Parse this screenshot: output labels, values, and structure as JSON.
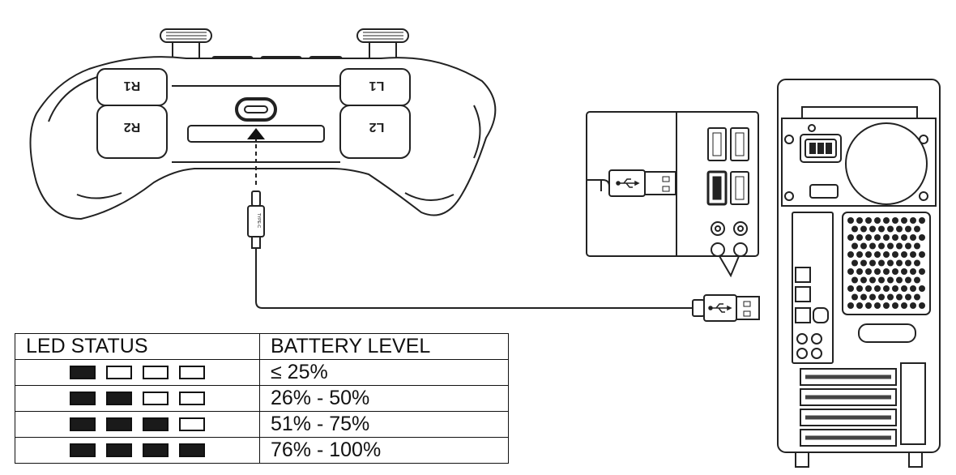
{
  "labels": {
    "r1": "R1",
    "r2": "R2",
    "l1": "L1",
    "l2": "L2",
    "type_c": "TYPE-C"
  },
  "table": {
    "header": {
      "led": "LED STATUS",
      "battery": "BATTERY LEVEL"
    },
    "rows": [
      {
        "leds": [
          1,
          0,
          0,
          0
        ],
        "battery": "≤ 25%"
      },
      {
        "leds": [
          1,
          1,
          0,
          0
        ],
        "battery": "26% - 50%"
      },
      {
        "leds": [
          1,
          1,
          1,
          0
        ],
        "battery": "51% - 75%"
      },
      {
        "leds": [
          1,
          1,
          1,
          1
        ],
        "battery": "76% - 100%"
      }
    ]
  },
  "icons": {
    "usb_symbol": "usb-icon",
    "power_socket": "power-socket-icon"
  }
}
